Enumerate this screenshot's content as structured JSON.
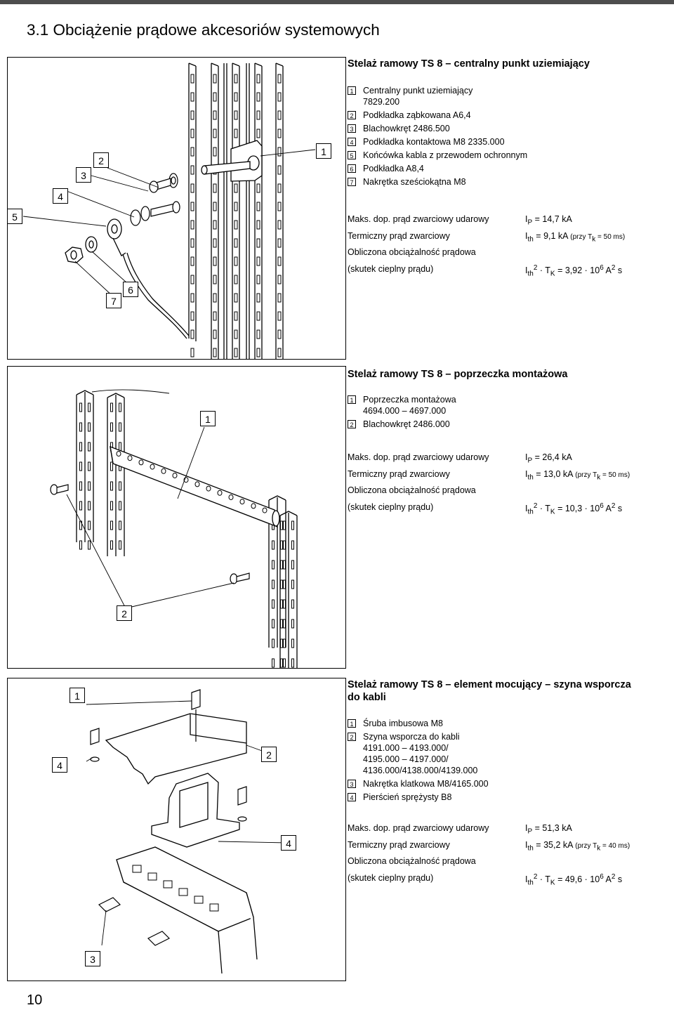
{
  "page": {
    "title": "3.1 Obciążenie prądowe akcesoriów systemowych",
    "number": "10"
  },
  "sections": [
    {
      "title": "Stelaż ramowy TS 8 – centralny punkt uziemiający",
      "items": [
        {
          "num": "1",
          "text": "Centralny punkt uziemiający\n7829.200"
        },
        {
          "num": "2",
          "text": "Podkładka ząbkowana A6,4"
        },
        {
          "num": "3",
          "text": "Blachowkręt 2486.500"
        },
        {
          "num": "4",
          "text": "Podkładka kontaktowa M8 2335.000"
        },
        {
          "num": "5",
          "text": "Końcówka kabla z przewodem ochronnym"
        },
        {
          "num": "6",
          "text": "Podkładka A8,4"
        },
        {
          "num": "7",
          "text": "Nakrętka sześciokątna M8"
        }
      ],
      "specs": {
        "l1": "Maks. dop. prąd zwarciowy udarowy",
        "v1": "I",
        "v1sub": "P",
        "v1rest": " = 14,7 kA",
        "l2": "Termiczny prąd zwarciowy",
        "v2": "I",
        "v2sub": "th",
        "v2rest": " = 9,1 kA",
        "v2note": " (przy T",
        "v2notesub": "k",
        "v2noterest": " = 50 ms)",
        "l3": "Obliczona obciążalność prądowa",
        "l4": "(skutek cieplny prądu)",
        "v4a": "I",
        "v4sub": "th",
        "v4sup": "2",
        "v4b": " · T",
        "v4sub2": "K",
        "v4c": " = 3,92 · 10",
        "v4sup2": "6",
        "v4d": " A",
        "v4sup3": "2",
        "v4e": " s"
      },
      "callouts": [
        "1",
        "2",
        "3",
        "4",
        "5",
        "6",
        "7"
      ]
    },
    {
      "title": "Stelaż ramowy TS 8 – poprzeczka montażowa",
      "items": [
        {
          "num": "1",
          "text": "Poprzeczka montażowa\n4694.000 – 4697.000"
        },
        {
          "num": "2",
          "text": "Blachowkręt 2486.000"
        }
      ],
      "specs": {
        "l1": "Maks. dop. prąd zwarciowy udarowy",
        "v1": "I",
        "v1sub": "P",
        "v1rest": " = 26,4 kA",
        "l2": "Termiczny prąd zwarciowy",
        "v2": "I",
        "v2sub": "th",
        "v2rest": " = 13,0 kA",
        "v2note": " (przy T",
        "v2notesub": "k",
        "v2noterest": " = 50 ms)",
        "l3": "Obliczona obciążalność prądowa",
        "l4": "(skutek cieplny prądu)",
        "v4a": "I",
        "v4sub": "th",
        "v4sup": "2",
        "v4b": " · T",
        "v4sub2": "K",
        "v4c": " = 10,3 · 10",
        "v4sup2": "6",
        "v4d": " A",
        "v4sup3": "2",
        "v4e": " s"
      },
      "callouts": [
        "1",
        "2"
      ]
    },
    {
      "title": "Stelaż ramowy TS 8 – element mocujący – szyna wsporcza\ndo kabli",
      "items": [
        {
          "num": "1",
          "text": "Śruba imbusowa M8"
        },
        {
          "num": "2",
          "text": "Szyna wsporcza do kabli\n4191.000 – 4193.000/\n4195.000 – 4197.000/\n4136.000/4138.000/4139.000"
        },
        {
          "num": "3",
          "text": "Nakrętka klatkowa M8/4165.000"
        },
        {
          "num": "4",
          "text": "Pierścień sprężysty B8"
        }
      ],
      "specs": {
        "l1": "Maks. dop. prąd zwarciowy udarowy",
        "v1": "I",
        "v1sub": "P",
        "v1rest": " = 51,3 kA",
        "l2": "Termiczny prąd zwarciowy",
        "v2": "I",
        "v2sub": "th",
        "v2rest": " = 35,2 kA",
        "v2note": " (przy T",
        "v2notesub": "k",
        "v2noterest": " = 40 ms)",
        "l3": "Obliczona obciążalność prądowa",
        "l4": "(skutek cieplny prądu)",
        "v4a": "I",
        "v4sub": "th",
        "v4sup": "2",
        "v4b": " · T",
        "v4sub2": "K",
        "v4c": " = 49,6 · 10",
        "v4sup2": "6",
        "v4d": " A",
        "v4sup3": "2",
        "v4e": " s"
      },
      "callouts": [
        "1",
        "2",
        "3",
        "4"
      ]
    }
  ]
}
